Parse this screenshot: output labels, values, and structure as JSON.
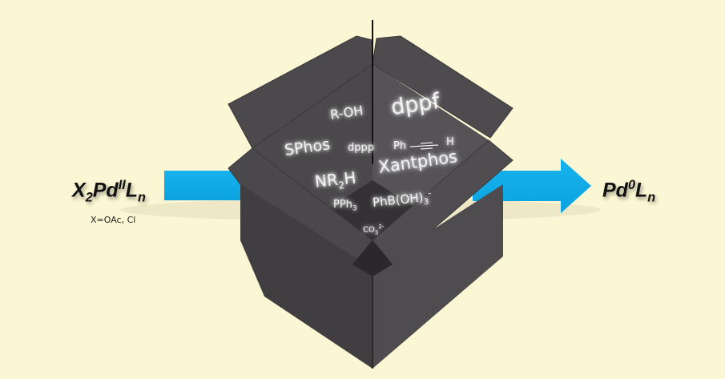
{
  "left_label": {
    "x": "X",
    "x_sub": "2",
    "pd": "Pd",
    "ox": "II",
    "l": "L",
    "l_sub": "n"
  },
  "left_note": "X=OAc, Cl",
  "right_label": {
    "pd": "Pd",
    "ox": "0",
    "l": "L",
    "l_sub": "n"
  },
  "box_contents": {
    "roh": "R-OH",
    "dppf": "dppf",
    "sphos": "SPhos",
    "dppp": "dppp",
    "alkyne_ph": "Ph",
    "alkyne_h": "H",
    "nr2h": "NR",
    "nr2h_sub": "2",
    "nr2h_h": "H",
    "xantphos": "Xantphos",
    "pph3": "PPh",
    "pph3_sub": "3",
    "boronate": "PhB(OH)",
    "boronate_sub": "3",
    "boronate_sup": "-",
    "co3": "CO",
    "co3_sub": "3",
    "co3_sup": "2-"
  },
  "colors": {
    "background": "#fbf6d3",
    "arrow": "#13aee8",
    "box": "#454345"
  }
}
